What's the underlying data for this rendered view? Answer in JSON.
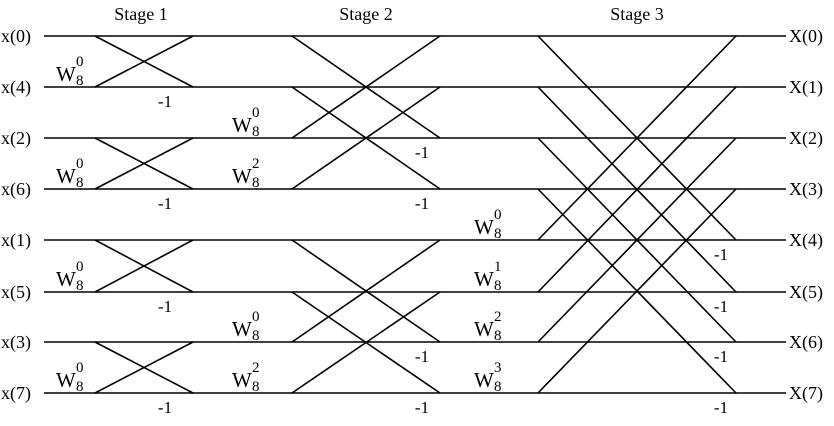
{
  "stages": [
    {
      "title": "Stage 1",
      "span": 1
    },
    {
      "title": "Stage 2",
      "span": 2
    },
    {
      "title": "Stage 3",
      "span": 4
    }
  ],
  "inputs": [
    "x(0)",
    "x(4)",
    "x(2)",
    "x(6)",
    "x(1)",
    "x(5)",
    "x(3)",
    "x(7)"
  ],
  "outputs": [
    "X(0)",
    "X(1)",
    "X(2)",
    "X(3)",
    "X(4)",
    "X(5)",
    "X(6)",
    "X(7)"
  ],
  "twiddle_base": "W",
  "twiddle_sub": "8",
  "twiddles": [
    {
      "stage": 0,
      "row": 1,
      "exp": "0"
    },
    {
      "stage": 0,
      "row": 3,
      "exp": "0"
    },
    {
      "stage": 0,
      "row": 5,
      "exp": "0"
    },
    {
      "stage": 0,
      "row": 7,
      "exp": "0"
    },
    {
      "stage": 1,
      "row": 2,
      "exp": "0"
    },
    {
      "stage": 1,
      "row": 3,
      "exp": "2"
    },
    {
      "stage": 1,
      "row": 6,
      "exp": "0"
    },
    {
      "stage": 1,
      "row": 7,
      "exp": "2"
    },
    {
      "stage": 2,
      "row": 4,
      "exp": "0"
    },
    {
      "stage": 2,
      "row": 5,
      "exp": "1"
    },
    {
      "stage": 2,
      "row": 6,
      "exp": "2"
    },
    {
      "stage": 2,
      "row": 7,
      "exp": "3"
    }
  ],
  "negation_label": "-1",
  "negations": [
    {
      "stage": 0,
      "row": 1
    },
    {
      "stage": 0,
      "row": 3
    },
    {
      "stage": 0,
      "row": 5
    },
    {
      "stage": 0,
      "row": 7
    },
    {
      "stage": 1,
      "row": 2
    },
    {
      "stage": 1,
      "row": 3
    },
    {
      "stage": 1,
      "row": 6
    },
    {
      "stage": 1,
      "row": 7
    },
    {
      "stage": 2,
      "row": 4
    },
    {
      "stage": 2,
      "row": 5
    },
    {
      "stage": 2,
      "row": 6
    },
    {
      "stage": 2,
      "row": 7
    }
  ]
}
